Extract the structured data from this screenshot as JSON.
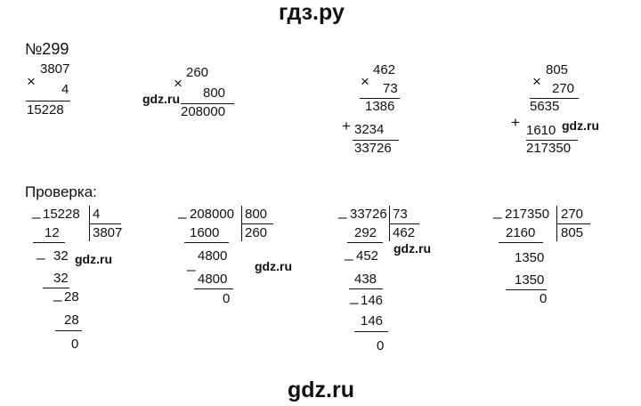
{
  "header_title": "гдз.ру",
  "footer_watermark": "gdz.ru",
  "watermark": "gdz.ru",
  "problem_number": "№299",
  "check_label": "Проверка:",
  "operators": {
    "times": "×",
    "plus": "+",
    "minus": "_"
  },
  "multiplications": [
    {
      "a": "3807",
      "b": "4",
      "result": "15228"
    },
    {
      "a": "260",
      "b": "800",
      "result": "208000"
    },
    {
      "a": "462",
      "b": "73",
      "p1": "1386",
      "p2": "3234",
      "result": "33726"
    },
    {
      "a": "805",
      "b": "270",
      "p1": "5635",
      "p2": "1610",
      "result": "217350"
    }
  ],
  "divisions": [
    {
      "dividend": "15228",
      "divisor": "4",
      "quotient": "3807",
      "steps": [
        "12",
        "32",
        "32",
        "28",
        "28",
        "0"
      ]
    },
    {
      "dividend": "208000",
      "divisor": "800",
      "quotient": "260",
      "steps": [
        "1600",
        "4800",
        "4800",
        "0"
      ]
    },
    {
      "dividend": "33726",
      "divisor": "73",
      "quotient": "462",
      "steps": [
        "292",
        "452",
        "438",
        "146",
        "146",
        "0"
      ]
    },
    {
      "dividend": "217350",
      "divisor": "270",
      "quotient": "805",
      "steps": [
        "2160",
        "1350",
        "1350",
        "0"
      ]
    }
  ]
}
